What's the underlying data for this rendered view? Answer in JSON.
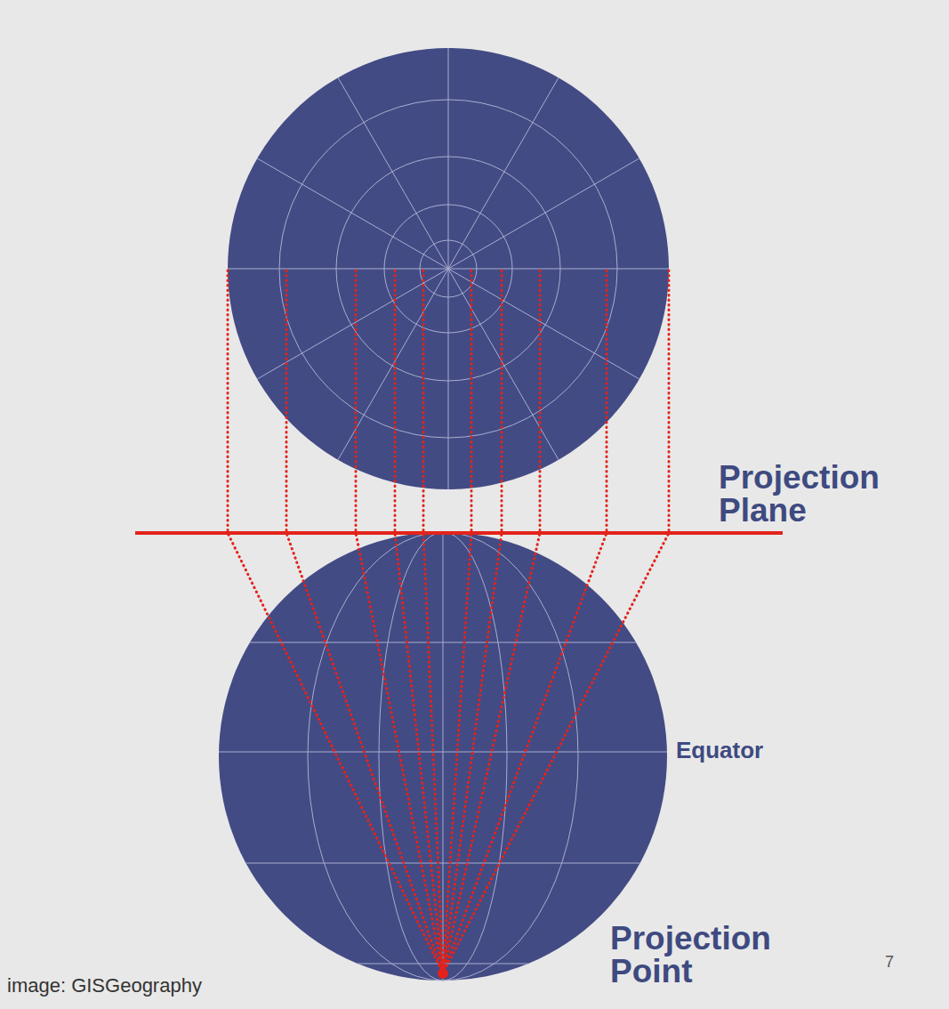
{
  "diagram": {
    "labels": [
      "Projection Plane",
      "Equator",
      "Projection Point",
      "image: GISGeography",
      "7"
    ]
  }
}
